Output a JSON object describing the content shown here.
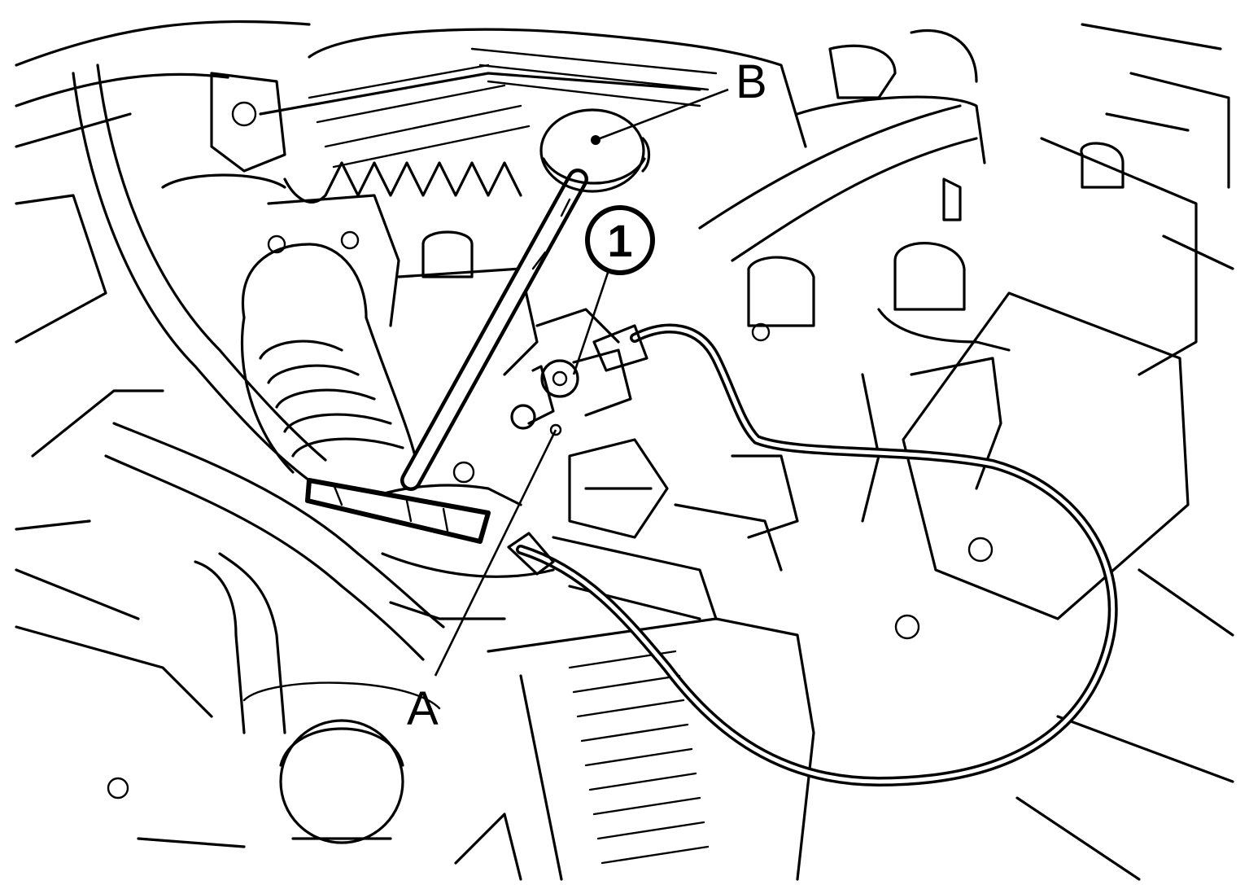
{
  "callouts": {
    "a": "A",
    "b": "B",
    "item_1": "1"
  },
  "colors": {
    "line": "#000000",
    "background": "#ffffff"
  }
}
